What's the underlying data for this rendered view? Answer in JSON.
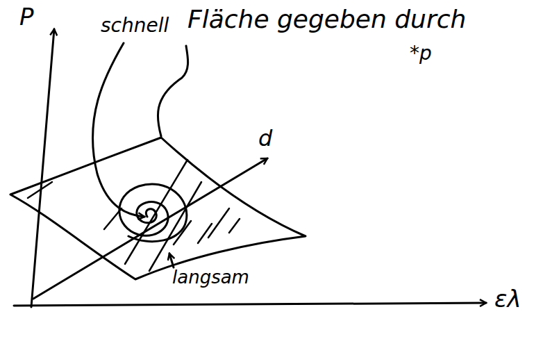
{
  "diagram": {
    "labels": [
      "P",
      "schnell",
      "Fläche gegeben durch",
      "*p",
      "d",
      "langsam",
      "ελ"
    ]
  }
}
